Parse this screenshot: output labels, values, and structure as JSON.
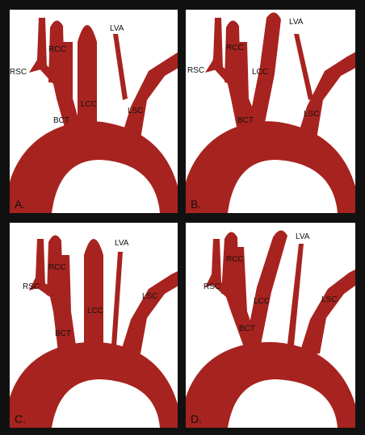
{
  "colors": {
    "vessel": "#a7231f",
    "frame": "#111111",
    "background": "#ffffff"
  },
  "panels": [
    {
      "id": "a",
      "panel_label": "A.",
      "labels": {
        "rsc": "RSC",
        "rcc": "RCC",
        "lcc": "LCC",
        "lva": "LVA",
        "lsc": "LSC",
        "bct": "BCT"
      }
    },
    {
      "id": "b",
      "panel_label": "B.",
      "labels": {
        "rsc": "RSC",
        "rcc": "RCC",
        "lcc": "LCC",
        "lva": "LVA",
        "lsc": "LSC",
        "bct": "BCT"
      }
    },
    {
      "id": "c",
      "panel_label": "C.",
      "labels": {
        "rsc": "RSC",
        "rcc": "RCC",
        "lcc": "LCC",
        "lva": "LVA",
        "lsc": "LSC",
        "bct": "BCT"
      }
    },
    {
      "id": "d",
      "panel_label": "D.",
      "labels": {
        "rsc": "RSC",
        "rcc": "RCC",
        "lcc": "LCC",
        "lva": "LVA",
        "lsc": "LSC",
        "bct": "BCT"
      }
    }
  ]
}
